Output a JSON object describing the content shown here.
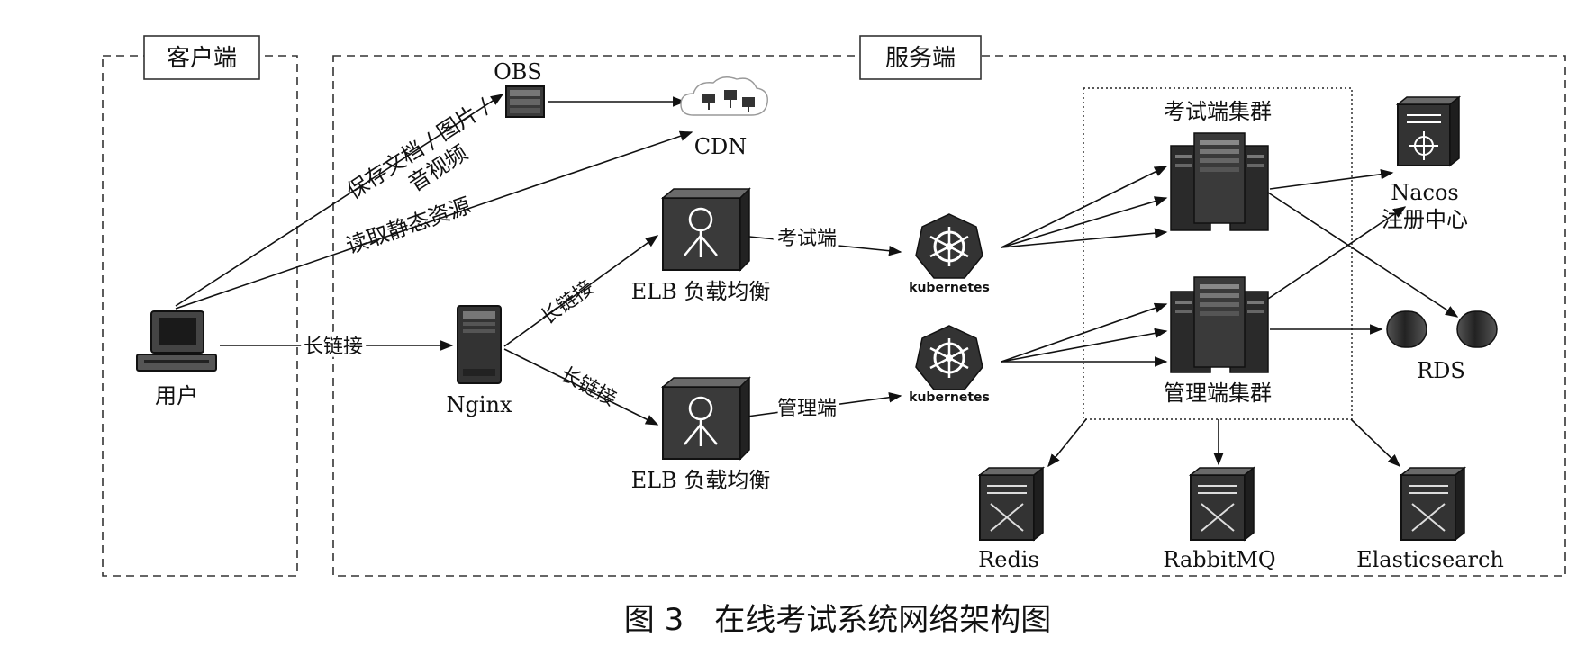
{
  "regions": {
    "client": "客户端",
    "server": "服务端"
  },
  "nodes": {
    "user": "用户",
    "nginx": "Nginx",
    "obs": "OBS",
    "cdn": "CDN",
    "elb_top": "ELB 负载均衡",
    "elb_bottom": "ELB 负载均衡",
    "k8s_top": "kubernetes",
    "k8s_bottom": "kubernetes",
    "exam_cluster": "考试端集群",
    "admin_cluster": "管理端集群",
    "nacos_line1": "Nacos",
    "nacos_line2": "注册中心",
    "rds": "RDS",
    "redis": "Redis",
    "rabbitmq": "RabbitMQ",
    "elasticsearch": "Elasticsearch"
  },
  "edges": {
    "save_line1": "保存文档 / 图片 /",
    "save_line2": "音视频",
    "read_static": "读取静态资源",
    "long_conn_user": "长链接",
    "long_conn_top": "长链接",
    "long_conn_bottom": "长链接",
    "exam_side": "考试端",
    "admin_side": "管理端"
  },
  "caption": "图 3　在线考试系统网络架构图"
}
